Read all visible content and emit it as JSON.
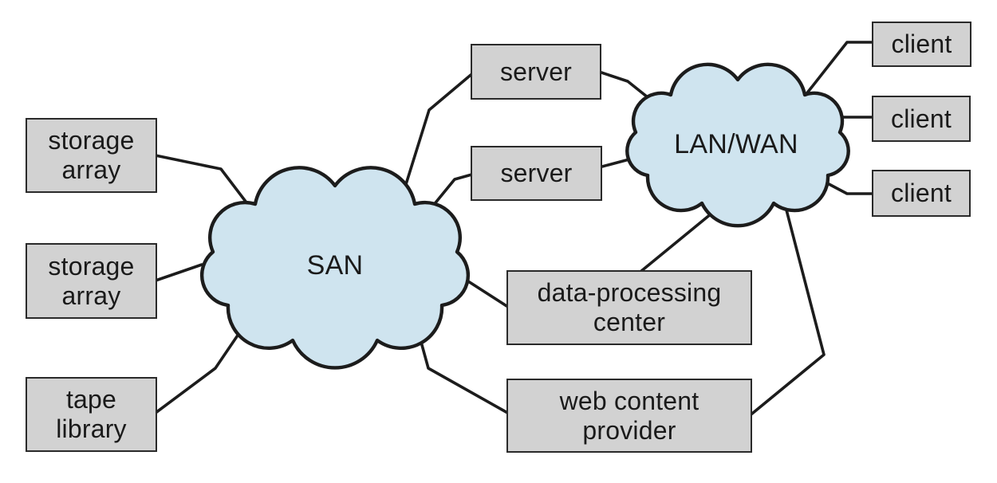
{
  "colors": {
    "cloud_fill": "#cfe4ef",
    "box_fill": "#d2d2d2",
    "box_border": "#2a2a2a",
    "line": "#1c1c1c",
    "text": "#1a1a1a",
    "background": "#ffffff"
  },
  "clouds": [
    {
      "id": "san",
      "label": "SAN"
    },
    {
      "id": "lan-wan",
      "label": "LAN/WAN"
    }
  ],
  "nodes": [
    {
      "id": "storage-array-1",
      "label": "storage\narray"
    },
    {
      "id": "storage-array-2",
      "label": "storage\narray"
    },
    {
      "id": "tape-library",
      "label": "tape\nlibrary"
    },
    {
      "id": "server-1",
      "label": "server"
    },
    {
      "id": "server-2",
      "label": "server"
    },
    {
      "id": "data-processing-center",
      "label": "data-processing\ncenter"
    },
    {
      "id": "web-content-provider",
      "label": "web content\nprovider"
    },
    {
      "id": "client-1",
      "label": "client"
    },
    {
      "id": "client-2",
      "label": "client"
    },
    {
      "id": "client-3",
      "label": "client"
    }
  ],
  "edges": [
    {
      "from": "storage-array-1",
      "to": "SAN"
    },
    {
      "from": "storage-array-2",
      "to": "SAN"
    },
    {
      "from": "tape-library",
      "to": "SAN"
    },
    {
      "from": "SAN",
      "to": "server-1"
    },
    {
      "from": "SAN",
      "to": "server-2"
    },
    {
      "from": "SAN",
      "to": "data-processing-center"
    },
    {
      "from": "SAN",
      "to": "web-content-provider"
    },
    {
      "from": "server-1",
      "to": "LAN/WAN"
    },
    {
      "from": "server-2",
      "to": "LAN/WAN"
    },
    {
      "from": "LAN/WAN",
      "to": "data-processing-center"
    },
    {
      "from": "LAN/WAN",
      "to": "web-content-provider"
    },
    {
      "from": "LAN/WAN",
      "to": "client-1"
    },
    {
      "from": "LAN/WAN",
      "to": "client-2"
    },
    {
      "from": "LAN/WAN",
      "to": "client-3"
    }
  ]
}
